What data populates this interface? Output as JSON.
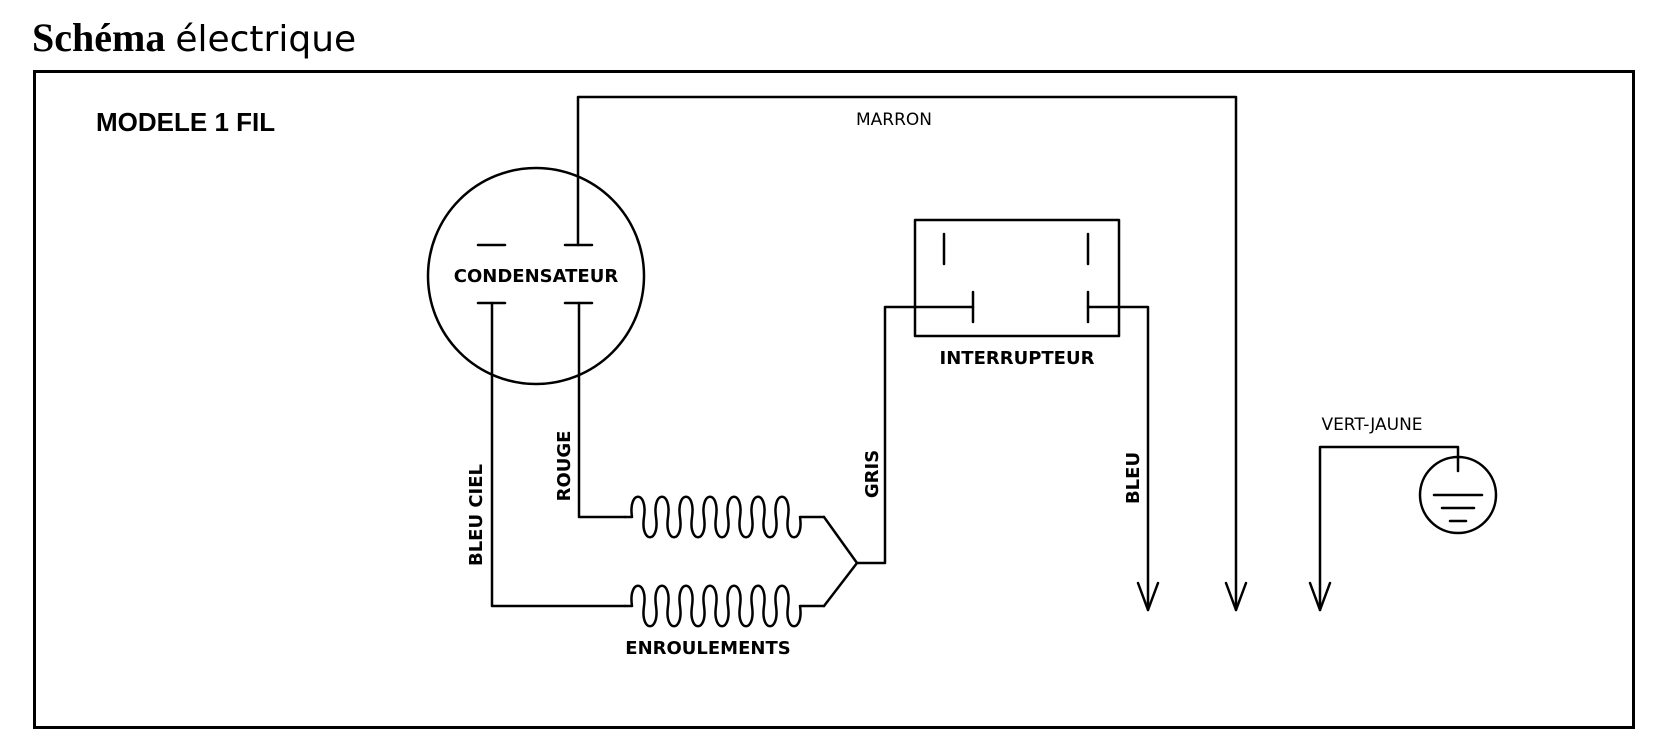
{
  "title": {
    "part_a": "Schéma",
    "part_b": "électrique"
  },
  "model_label": "MODELE 1 FIL",
  "components": {
    "capacitor": "CONDENSATEUR",
    "switch": "INTERRUPTEUR",
    "windings": "ENROULEMENTS"
  },
  "wires": {
    "brown": "MARRON",
    "red": "ROUGE",
    "light_blue": "BLEU CIEL",
    "grey": "GRIS",
    "blue": "BLEU",
    "green_yellow": "VERT-JAUNE"
  },
  "icons": [
    "ground-icon",
    "arrow-down-icon"
  ]
}
